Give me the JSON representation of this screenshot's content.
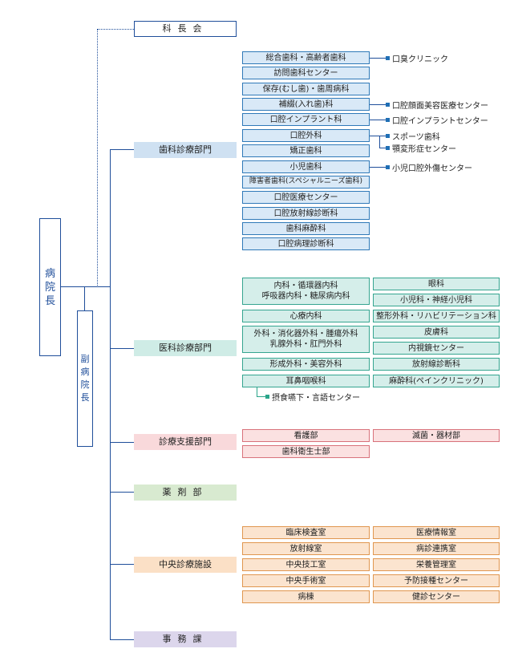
{
  "director": "病院長",
  "vice_director": "副病院長",
  "chief_council": "科長会",
  "departments": {
    "dental": "歯科診療部門",
    "medical": "医科診療部門",
    "support": "診療支援部門",
    "pharmacy": "薬剤部",
    "central": "中央診療施設",
    "office": "事務課"
  },
  "dental_units": [
    "総合歯科・高齢者歯科",
    "訪問歯科センター",
    "保存(むし歯)・歯周病科",
    "補綴(入れ歯)科",
    "口腔インプラント科",
    "口腔外科",
    "矯正歯科",
    "小児歯科",
    "障害者歯科(スペシャルニーズ歯科)",
    "口腔医療センター",
    "口腔放射線診断科",
    "歯科麻酔科",
    "口腔病理診断科"
  ],
  "dental_sub": {
    "oral_odor": "口臭クリニック",
    "maxillofacial_aesthetic": "口腔顔面美容医療センター",
    "implant_center": "口腔インプラントセンター",
    "sports": "スポーツ歯科",
    "jaw_deformity": "顎変形症センター",
    "pediatric_trauma": "小児口腔外傷センター"
  },
  "medical_left": {
    "internal_1": "内科・循環器内科",
    "internal_2": "呼吸器内科・糖尿病内科",
    "psychosomatic": "心療内科",
    "surgery_1": "外科・消化器外科・腫瘍外科",
    "surgery_2": "乳腺外科・肛門外科",
    "plastic": "形成外科・美容外科",
    "ent": "耳鼻咽喉科"
  },
  "medical_right": [
    "眼科",
    "小児科・神経小児科",
    "整形外科・リハビリテーション科",
    "皮膚科",
    "内視鏡センター",
    "放射線診断科",
    "麻酔科(ペインクリニック)"
  ],
  "medical_sub": {
    "swallowing": "摂食嚥下・言語センター"
  },
  "support_units": [
    "看護部",
    "滅菌・器材部",
    "歯科衛生士部"
  ],
  "central_units": [
    "臨床検査室",
    "医療情報室",
    "放射線室",
    "病診連携室",
    "中央技工室",
    "栄養管理室",
    "中央手術室",
    "予防接種センター",
    "病棟",
    "健診センター"
  ],
  "colors": {
    "line": "#1f4e9a",
    "dental_fill": "#d9e9f7",
    "medical_fill": "#d5eeea",
    "support_fill": "#fbe1e1",
    "pharmacy_fill": "#d8ead0",
    "central_fill": "#fbe4cf",
    "office_fill": "#d9d3ea"
  }
}
